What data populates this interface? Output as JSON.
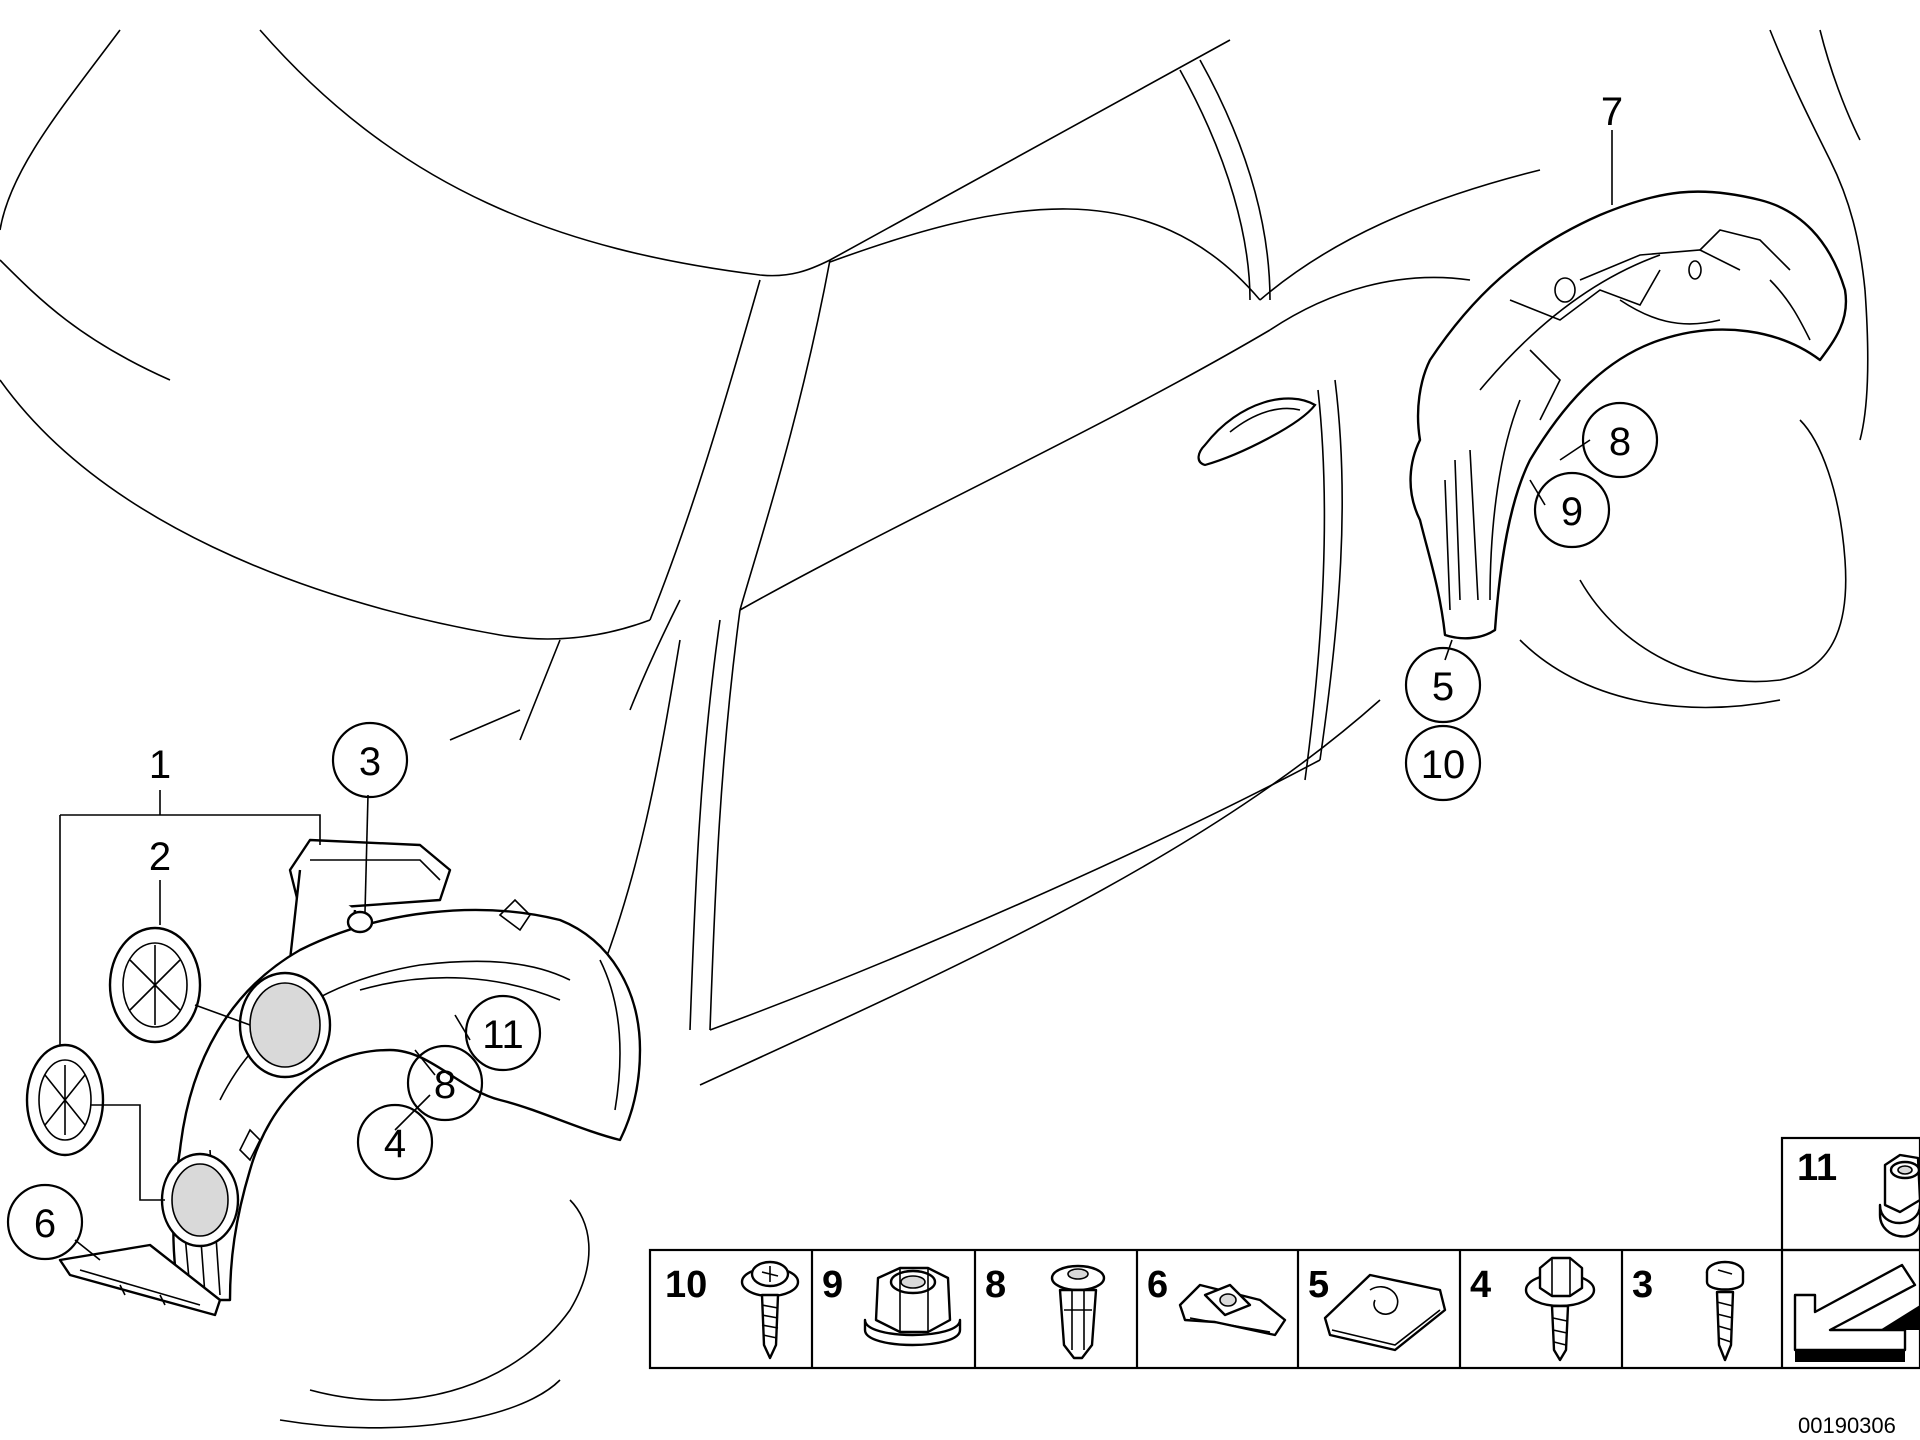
{
  "callouts": [
    {
      "id": "c1",
      "label": "1",
      "circled": false
    },
    {
      "id": "c2",
      "label": "2",
      "circled": false
    },
    {
      "id": "c3",
      "label": "3",
      "circled": true
    },
    {
      "id": "c4",
      "label": "4",
      "circled": true
    },
    {
      "id": "c5",
      "label": "5",
      "circled": true
    },
    {
      "id": "c6",
      "label": "6",
      "circled": true
    },
    {
      "id": "c7",
      "label": "7",
      "circled": false
    },
    {
      "id": "c8a",
      "label": "8",
      "circled": true
    },
    {
      "id": "c8b",
      "label": "8",
      "circled": true
    },
    {
      "id": "c9",
      "label": "9",
      "circled": true
    },
    {
      "id": "c10",
      "label": "10",
      "circled": true
    },
    {
      "id": "c11",
      "label": "11",
      "circled": true
    }
  ],
  "parts_table": [
    {
      "number": "10",
      "part": "screw with washer"
    },
    {
      "number": "9",
      "part": "flange nut"
    },
    {
      "number": "8",
      "part": "expanding rivet"
    },
    {
      "number": "6",
      "part": "clip nut"
    },
    {
      "number": "5",
      "part": "spring nut"
    },
    {
      "number": "4",
      "part": "hex bolt with washer"
    },
    {
      "number": "3",
      "part": "body screw"
    }
  ],
  "parts_table_extra": {
    "number": "11",
    "part": "collar nut"
  },
  "reference_code": "00190306",
  "icons": [
    "direction-arrow-icon"
  ]
}
